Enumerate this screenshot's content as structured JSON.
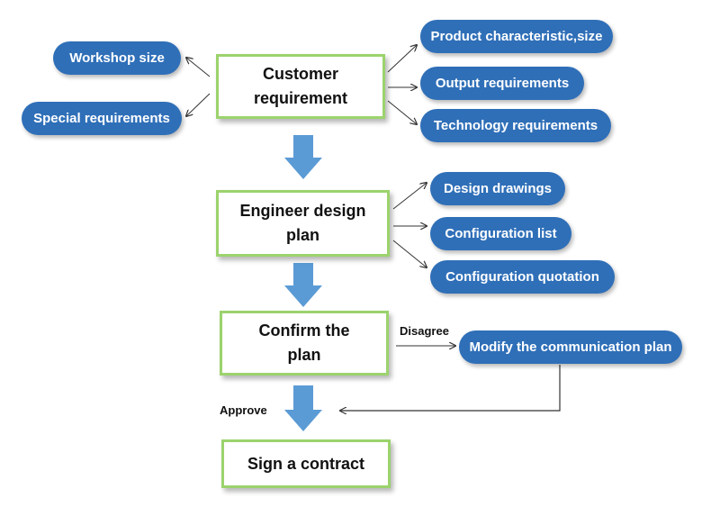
{
  "steps": {
    "customer_requirement": "Customer\nrequirement",
    "engineer_design_plan": "Engineer design\nplan",
    "confirm_plan": "Confirm the\nplan",
    "sign_contract": "Sign a contract"
  },
  "customer_inputs": {
    "workshop_size": "Workshop size",
    "special_requirements": "Special requirements",
    "product_characteristic": "Product characteristic,size",
    "output_requirements": "Output requirements",
    "technology_requirements": "Technology requirements"
  },
  "design_outputs": {
    "design_drawings": "Design drawings",
    "configuration_list": "Configuration list",
    "configuration_quotation": "Configuration quotation"
  },
  "decision": {
    "disagree_label": "Disagree",
    "approve_label": "Approve",
    "modify_plan": "Modify the communication plan"
  },
  "colors": {
    "box_border": "#9bd36d",
    "pill_fill": "#2f6fb8",
    "flow_arrow": "#5b9bd5"
  }
}
